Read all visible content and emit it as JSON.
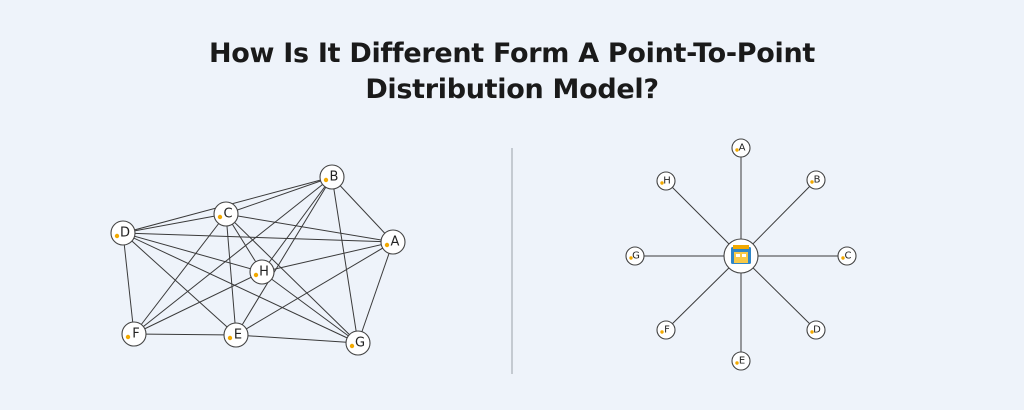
{
  "title": {
    "line1": "How Is It Different Form A Point-To-Point",
    "line2": "Distribution Model?"
  },
  "mesh": {
    "nodes": [
      "B",
      "C",
      "D",
      "A",
      "H",
      "F",
      "E",
      "G"
    ]
  },
  "star": {
    "hub_icon": "warehouse-icon",
    "nodes": [
      "A",
      "B",
      "C",
      "D",
      "E",
      "F",
      "G",
      "H"
    ]
  },
  "colors": {
    "background": "#eef3fa",
    "accent": "#f2a900",
    "hub_blue": "#2f86c8"
  }
}
